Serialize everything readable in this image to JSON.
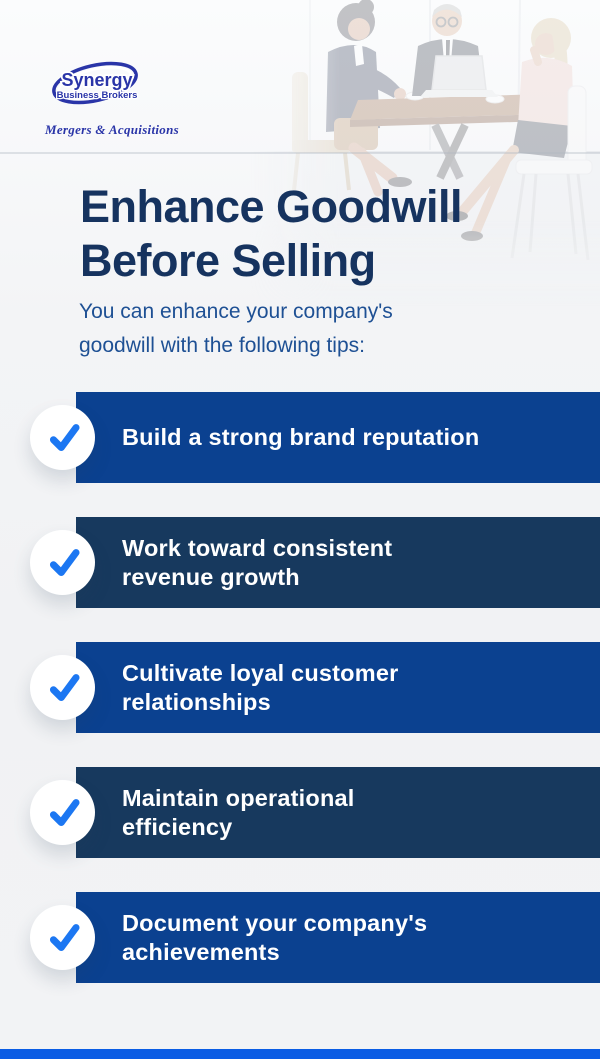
{
  "theme": {
    "bar_bright": "#0b4190",
    "bar_dark": "#17395e",
    "check_blue": "#1c77f2",
    "title_navy": "#16335f",
    "subtitle_blue": "#1e5094",
    "footer_blue": "#0a5ce4",
    "logo_blue": "#2a35a8",
    "page_bg": "#f2f3f5"
  },
  "logo": {
    "brand_line1": "Synergy",
    "brand_line2": "Business Brokers",
    "tagline": "Mergers & Acquisitions"
  },
  "hero": {
    "title_line1": "Enhance Goodwill",
    "title_line2": "Before Selling",
    "subtitle_line1": "You can enhance your company's",
    "subtitle_line2": "goodwill with the following tips:"
  },
  "tips": {
    "icon_name": "check-icon",
    "items": [
      {
        "variant": "bright",
        "line1": "Build a strong brand reputation",
        "line2": ""
      },
      {
        "variant": "dark",
        "line1": "Work toward consistent",
        "line2": "revenue growth"
      },
      {
        "variant": "bright",
        "line1": "Cultivate loyal customer",
        "line2": "relationships"
      },
      {
        "variant": "dark",
        "line1": "Maintain operational",
        "line2": "efficiency"
      },
      {
        "variant": "bright",
        "line1": "Document your company's",
        "line2": "achievements"
      }
    ]
  }
}
